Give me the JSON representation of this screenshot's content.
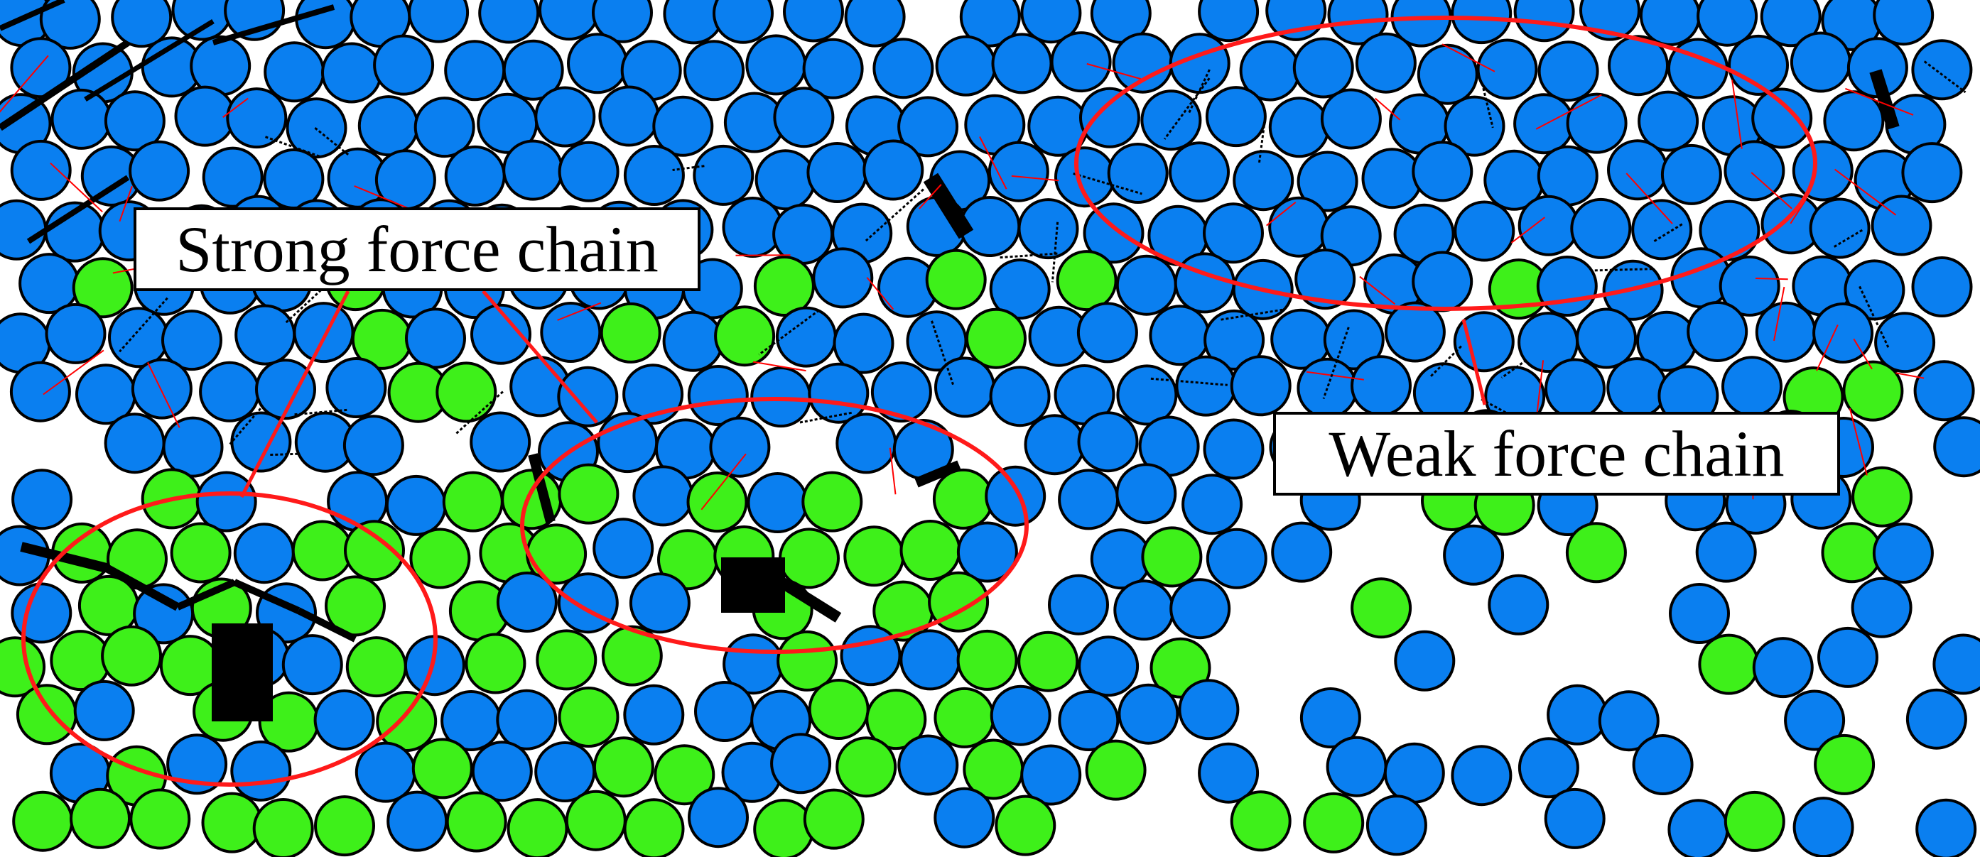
{
  "labels": {
    "strong": "Strong force chain",
    "weak": "Weak force chain"
  },
  "colors": {
    "blue_particle": "#0a7ff0",
    "green_particle": "#3ef01a",
    "outline": "#000000",
    "strong_chain": "#000000",
    "weak_chain": "#ff0000",
    "highlight_ellipse": "#ff1a1a",
    "background": "#ffffff"
  },
  "legend_meaning": {
    "blue_particle": "particle",
    "green_particle": "particle",
    "thick_black_segment": "strong force chain",
    "thin_red_segment": "weak force chain"
  }
}
